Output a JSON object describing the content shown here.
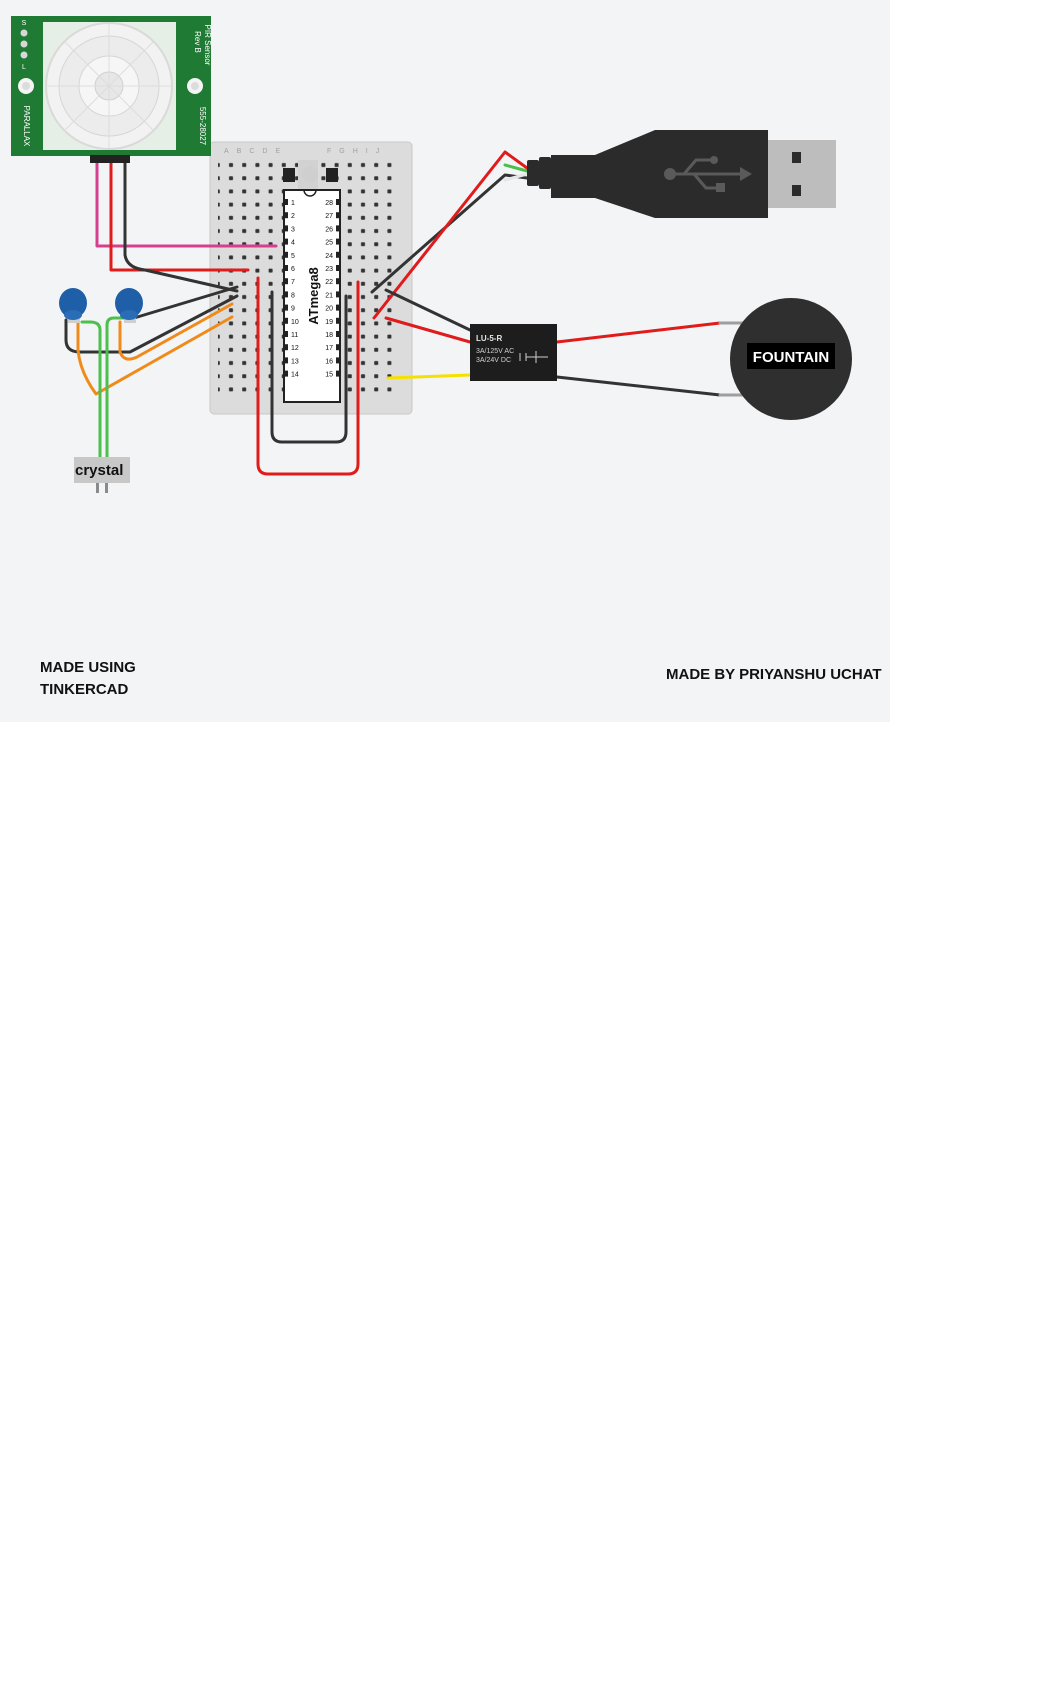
{
  "footer": {
    "made_using_line1": "MADE USING",
    "made_using_line2": "TINKERCAD",
    "made_by": "MADE BY PRIYANSHU UCHAT"
  },
  "pir_sensor": {
    "pins": [
      "S",
      "L"
    ],
    "brand": "PARALLAX",
    "title_line1": "PIR Sensor",
    "title_line2": "Rev B",
    "part_number": "555-28027"
  },
  "breadboard": {
    "col_letters_left": [
      "A",
      "B",
      "C",
      "D",
      "E"
    ],
    "col_letters_right": [
      "F",
      "G",
      "H",
      "I",
      "J"
    ]
  },
  "chip": {
    "label": "ATmega8",
    "left_pins": [
      "1",
      "2",
      "3",
      "4",
      "5",
      "6",
      "7",
      "8",
      "9",
      "10",
      "11",
      "12",
      "13",
      "14"
    ],
    "right_pins": [
      "28",
      "27",
      "26",
      "25",
      "24",
      "23",
      "22",
      "21",
      "20",
      "19",
      "18",
      "17",
      "16",
      "15"
    ]
  },
  "relay": {
    "name": "LU-5-R",
    "line1": "3A/125V AC",
    "line2": "3A/24V  DC"
  },
  "labels": {
    "crystal": "crystal",
    "fountain": "FOUNTAIN"
  },
  "colors": {
    "canvas": "#f3f4f6",
    "pcb_green": "#1f7a34",
    "wire_red": "#e01b1b",
    "wire_black": "#333333",
    "wire_pink": "#d63f8f",
    "wire_orange": "#f08a1a",
    "wire_green": "#4cbf4c",
    "wire_yellow": "#f5e000",
    "capacitor_blue": "#1f5fa8",
    "usb_body": "#2b2b2b",
    "usb_plug": "#bdbdbd"
  },
  "icons": [
    "usb-icon"
  ]
}
